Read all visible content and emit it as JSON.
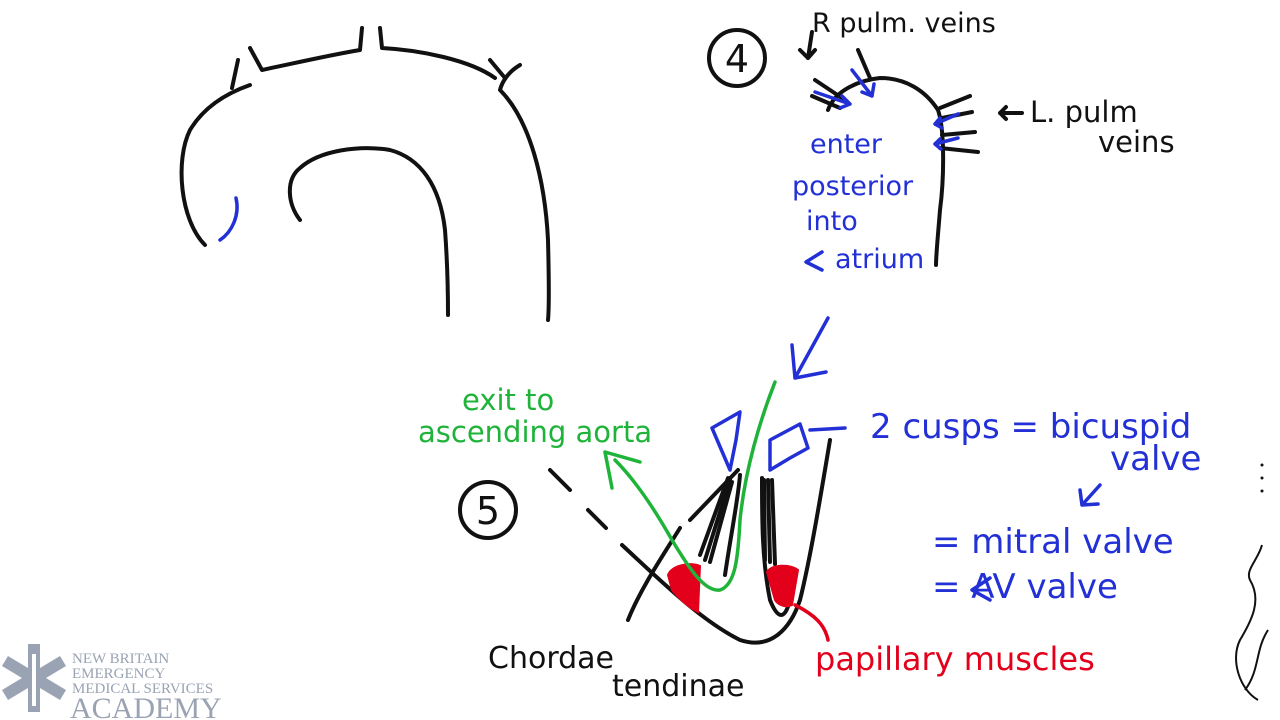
{
  "steps": {
    "step4": "4",
    "step5": "5"
  },
  "labels": {
    "r_pulm_veins": "R pulm. veins",
    "l_pulm": "L. pulm",
    "veins": "veins",
    "enter": "enter",
    "posterior": "posterior",
    "into": "into",
    "l_atrium": "atrium",
    "exit_to": "exit to",
    "ascending_aorta": "ascending aorta",
    "cusps": "2 cusps = bicuspid",
    "valve": "valve",
    "mitral": "= mitral valve",
    "l_av": "= AV valve",
    "chordae": "Chordae",
    "tendinae": "tendinae",
    "papillary": "papillary muscles"
  },
  "logo": {
    "line1": "NEW BRITAIN",
    "line2": "EMERGENCY",
    "line3": "MEDICAL SERVICES",
    "line4": "ACADEMY"
  },
  "colors": {
    "ink": "#111111",
    "blue": "#2230d6",
    "green": "#1fb33a",
    "red": "#e3001b",
    "logo": "#9aa3b3"
  }
}
